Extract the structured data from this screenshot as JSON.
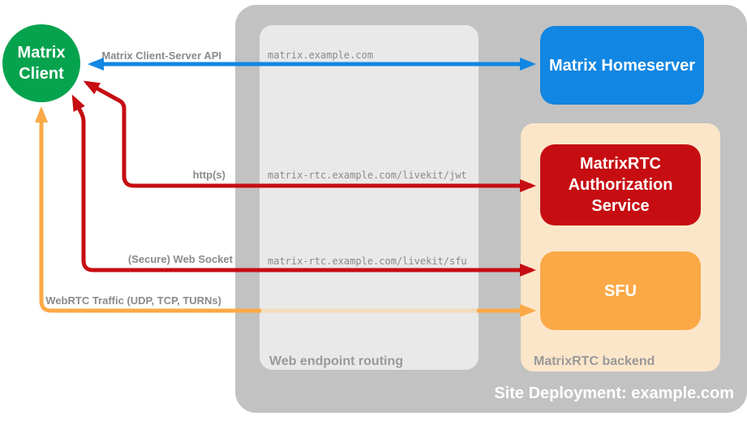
{
  "title": "MatrixRTC site deployment diagram",
  "colors": {
    "client_green": "#06a34e",
    "homeserver_blue": "#1186e2",
    "auth_red": "#c60d12",
    "sfu_orange": "#fba946",
    "backend_peach": "#fce6ca",
    "site_gray": "#c2c2c2",
    "routing_gray": "#e9e9e9",
    "label_gray": "#8a8a8a"
  },
  "client": {
    "label": "Matrix Client"
  },
  "site": {
    "label": "Site Deployment: example.com"
  },
  "routing": {
    "label": "Web endpoint routing",
    "endpoints": [
      "matrix.example.com",
      "matrix-rtc.example.com/livekit/jwt",
      "matrix-rtc.example.com/livekit/sfu"
    ]
  },
  "backend": {
    "label": "MatrixRTC backend",
    "nodes": {
      "homeserver": "Matrix Homeserver",
      "auth_service": "MatrixRTC Authorization Service",
      "sfu": "SFU"
    }
  },
  "connections": [
    {
      "label": "Matrix Client-Server API",
      "color": "#1186e2",
      "from": "Matrix Client",
      "to": "Matrix Homeserver"
    },
    {
      "label": "http(s)",
      "color": "#c60d12",
      "from": "Matrix Client",
      "to": "MatrixRTC Authorization Service"
    },
    {
      "label": "(Secure) Web Socket",
      "color": "#c60d12",
      "from": "Matrix Client",
      "to": "SFU"
    },
    {
      "label": "WebRTC Traffic (UDP, TCP, TURNs)",
      "color": "#fba946",
      "from": "Matrix Client",
      "to": "SFU"
    }
  ]
}
